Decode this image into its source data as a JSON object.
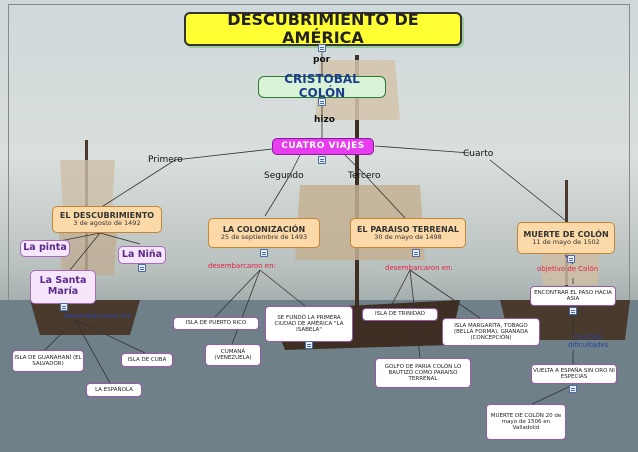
{
  "map": {
    "title": "DESCUBRIMIENTO DE AMÉRICA",
    "colon": "CRISTOBAL COLÓN",
    "viajes": "CUATRO VIAJES",
    "links": {
      "por": "por",
      "hizo": "hizo",
      "primero": "Primero",
      "segundo": "Segundo",
      "tercero": "Tercero",
      "cuarto": "Cuarto",
      "desembarcaron": "desembarcaron en:",
      "objetivo": "objetivo de Colón",
      "muchas": "muchas",
      "dificultades": "dificultades"
    },
    "trips": [
      {
        "title": "EL DESCUBRIMIENTO",
        "date": "3 de agosto de 1492"
      },
      {
        "title": "LA COLONIZACIÓN",
        "date": "25 de septiembre de 1493"
      },
      {
        "title": "EL PARAISO TERRENAL",
        "date": "30 de mayo de 1498"
      },
      {
        "title": "MUERTE DE COLÓN",
        "date": "11 de mayo de 1502"
      }
    ],
    "ships": [
      "La pinta",
      "La Niña",
      "La Santa María"
    ],
    "places": {
      "guanahani": "ISLA DE GUANAHANÍ (EL SALVADOR)",
      "cuba": "ISLA DE CUBA",
      "espanola": "LA ESPAÑOLA",
      "puerto_rico": "ISLA DE PUERTO RICO",
      "cumana": "CUMANÁ (VENEZUELA)",
      "isabela": "SE FUNDÓ LA PRIMERA CIUDAD DE AMÉRICA \"LA ISABELA\"",
      "trinidad": "ISLA DE TRINIDAD",
      "paria": "GOLFO DE PARIA COLÓN LO BAUTIZÓ COMO PARAISO TERRENAL",
      "margarita": "ISLA MARGARITA, TOBAGO (BELLA FORMA), GRANADA (CONCEPCIÓN)",
      "paso": "ENCONTRAR EL PASO HACIA ASIA",
      "vuelta": "VUELTA A ESPAÑA SIN ORO NI ESPECIAS",
      "muerte": "MUERTE DE COLÓN 20 de mayo de 1506 en Valladolid"
    }
  }
}
